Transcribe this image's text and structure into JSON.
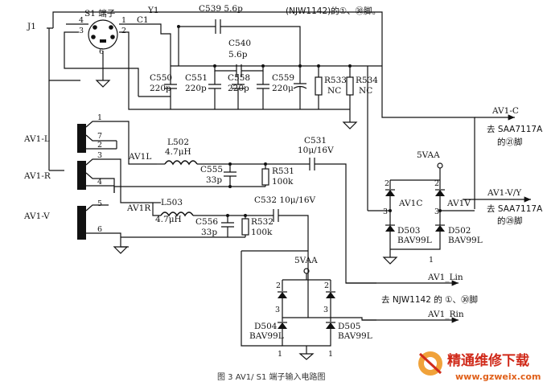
{
  "header": {
    "njw_note": "(NJW1142)的①、㉚脚。"
  },
  "connector": {
    "name": "S1 端子",
    "j1": "J1",
    "y1": "Y1",
    "c1": "C1",
    "pins": [
      "4",
      "3",
      "1",
      "2",
      "6"
    ]
  },
  "components": {
    "c539": "C539 5.6p",
    "c540": "C540",
    "c540_val": "5.6p",
    "c550": "C550",
    "c550_val": "220p",
    "c551": "C551",
    "c551_val": "220p",
    "c558": "C558",
    "c558_val": "220p",
    "c559": "C559",
    "c559_val": "220μ",
    "r533": "R533",
    "r533_val": "NC",
    "r534": "R534",
    "r534_val": "NC",
    "l502": "L502",
    "l502_val": "4.7μH",
    "l503": "L503",
    "l503_val": "4.7μH",
    "c555": "C555",
    "c555_val": "33p",
    "c556": "C556",
    "c556_val": "33p",
    "r531": "R531",
    "r531_val": "100k",
    "r532": "R532",
    "r532_val": "100k",
    "c531": "C531",
    "c531_val": "10μ/16V",
    "c532": "C532 10μ/16V"
  },
  "jacks": {
    "avl": "AV1-L",
    "avr": "AV1-R",
    "avv": "AV1-V",
    "pins": [
      "1",
      "7",
      "2",
      "3",
      "4",
      "5",
      "6"
    ],
    "net_l": "AV1L",
    "net_r": "AV1R"
  },
  "diodes": {
    "top": {
      "supply": "5VAA",
      "avic": "AV1C",
      "aviv": "AV1V",
      "d503": "D503",
      "d503_part": "BAV99L",
      "d502": "D502",
      "d502_part": "BAV99L",
      "pins": [
        "2",
        "2",
        "3",
        "3",
        "1"
      ]
    },
    "bottom": {
      "supply": "5VAA",
      "d504": "D504",
      "d504_part": "BAV99L",
      "d505": "D505",
      "d505_part": "BAV99L",
      "pins": [
        "2",
        "2",
        "3",
        "3",
        "1",
        "1"
      ]
    }
  },
  "outputs": {
    "avc": "AV1-C",
    "avc_dest1": "去 SAA7117A",
    "avc_dest2": "的㉑脚",
    "avvy": "AV1-V/Y",
    "avvy_dest1": "去 SAA7117A",
    "avvy_dest2": "的㉙脚",
    "lin": "AV1_Lin",
    "njw": "去 NJW1142 的 ①、㉚脚",
    "rin": "AV1_Rin"
  },
  "caption": "图 3  AV1/ S1 端子输入电路图",
  "watermark": {
    "title": "精通维修下载",
    "url": "www.gzweix.com"
  }
}
